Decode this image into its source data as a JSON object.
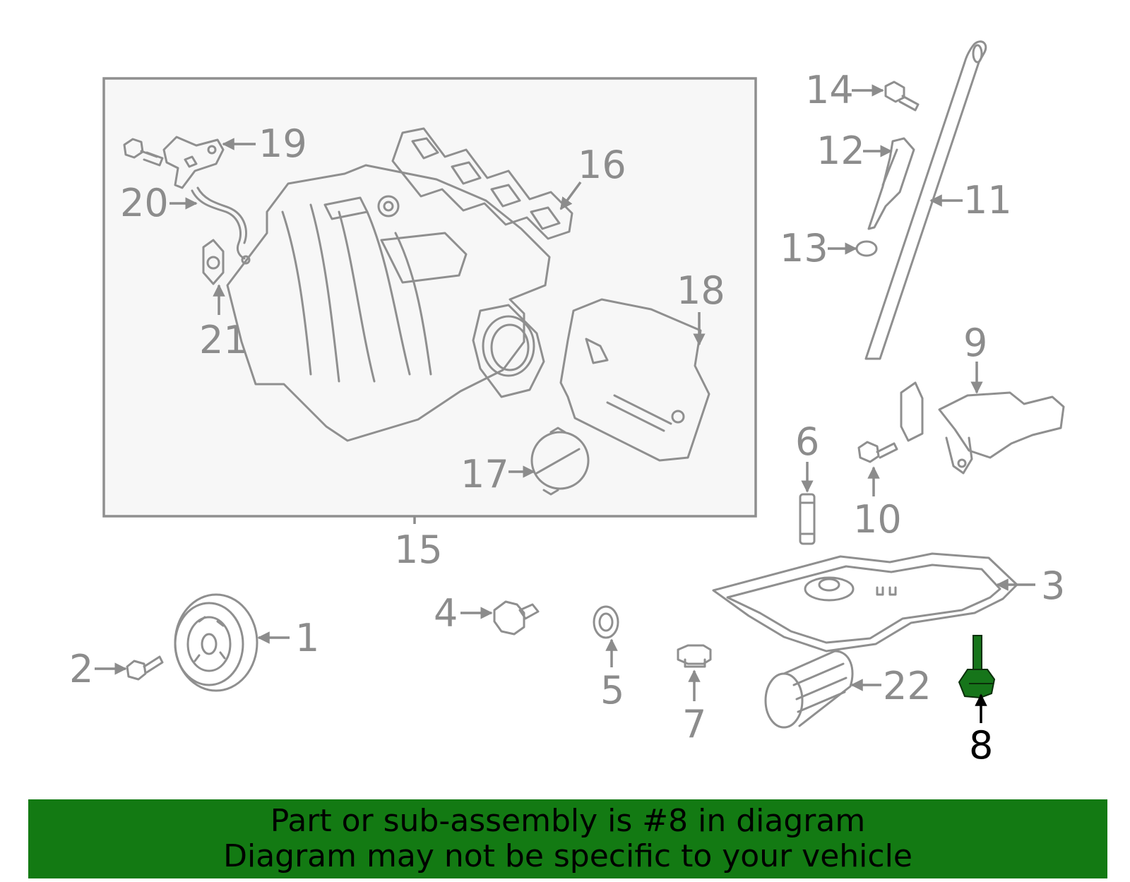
{
  "colors": {
    "banner": "#137a13",
    "highlight_part": "#16751a",
    "line_art": "#8f8f8f",
    "label_inactive": "#8c8c8c",
    "label_active": "#000000"
  },
  "callouts": {
    "c1": "1",
    "c2": "2",
    "c3": "3",
    "c4": "4",
    "c5": "5",
    "c6": "6",
    "c7": "7",
    "c8": "8",
    "c9": "9",
    "c10": "10",
    "c11": "11",
    "c12": "12",
    "c13": "13",
    "c14": "14",
    "c15": "15",
    "c16": "16",
    "c17": "17",
    "c18": "18",
    "c19": "19",
    "c20": "20",
    "c21": "21",
    "c22": "22"
  },
  "highlighted_callout": "8",
  "banner": {
    "line1": "Part or sub-assembly is #8 in diagram",
    "line2": "Diagram may not be specific to your vehicle"
  }
}
